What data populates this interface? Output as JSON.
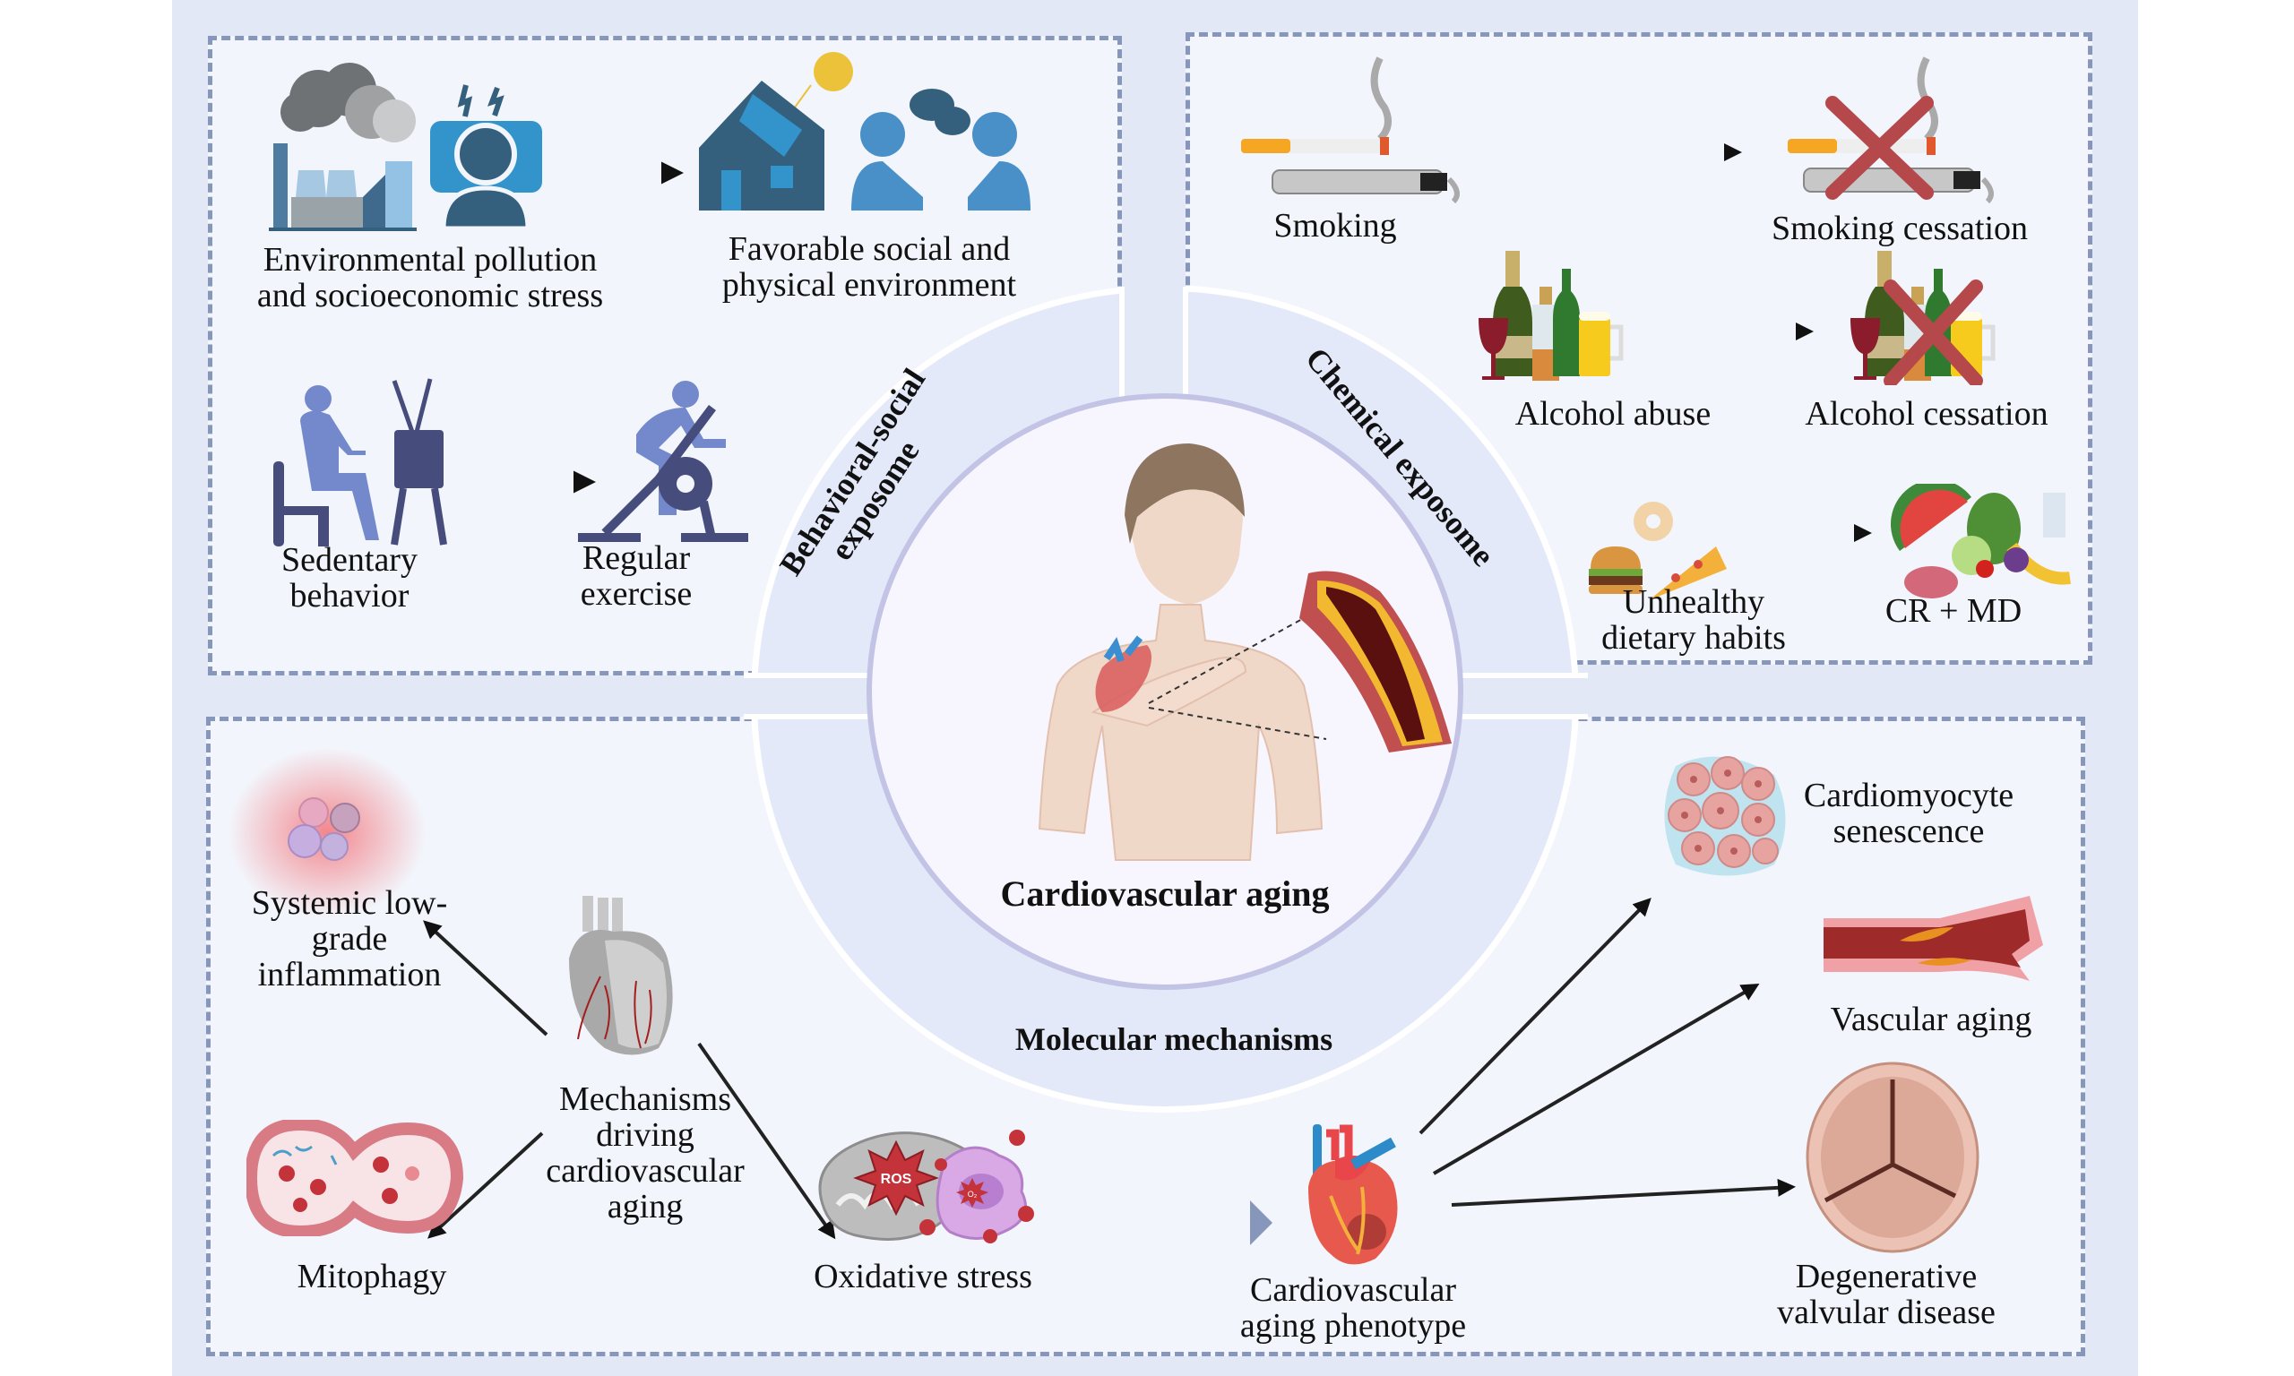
{
  "diagram": {
    "center": {
      "title": "Cardiovascular aging",
      "ring_labels": {
        "top_left": "Behavioral-social exposome",
        "top_left_line1": "Behavioral-social",
        "top_left_line2": "exposome",
        "top_right": "Chemical exposome",
        "bottom": "Molecular mechanisms"
      }
    },
    "behavioral_social": {
      "items": [
        {
          "from": "Environmental pollution and socioeconomic stress",
          "from_lines": [
            "Environmental pollution",
            "and socioeconomic stress"
          ],
          "to": "Favorable social and physical environment",
          "to_lines": [
            "Favorable social and",
            "physical environment"
          ]
        },
        {
          "from": "Sedentary behavior",
          "from_lines": [
            "Sedentary",
            "behavior"
          ],
          "to": "Regular exercise",
          "to_lines": [
            "Regular",
            "exercise"
          ]
        }
      ]
    },
    "chemical": {
      "items": [
        {
          "from": "Smoking",
          "to": "Smoking cessation"
        },
        {
          "from": "Alcohol abuse",
          "to": "Alcohol cessation"
        },
        {
          "from": "Unhealthy dietary habits",
          "from_lines": [
            "Unhealthy",
            "dietary habits"
          ],
          "to": "CR + MD"
        }
      ]
    },
    "molecular": {
      "hub": "Mechanisms driving cardiovascular aging",
      "hub_lines": [
        "Mechanisms",
        "driving",
        "cardiovascular",
        "aging"
      ],
      "mechanisms": [
        {
          "label": "Systemic low-grade inflammation",
          "lines": [
            "Systemic low-",
            "grade",
            "inflammation"
          ]
        },
        {
          "label": "Mitophagy"
        },
        {
          "label": "Oxidative stress",
          "badges": {
            "ros": "ROS",
            "superoxide": "O₂"
          }
        }
      ],
      "phenotype": "Cardiovascular aging phenotype",
      "phenotype_lines": [
        "Cardiovascular",
        "aging phenotype"
      ],
      "outcomes": [
        {
          "label": "Cardiomyocyte senescence",
          "lines": [
            "Cardiomyocyte",
            "senescence"
          ]
        },
        {
          "label": "Vascular aging"
        },
        {
          "label": "Degenerative valvular disease",
          "lines": [
            "Degenerative",
            "valvular disease"
          ]
        }
      ]
    },
    "colors": {
      "outer_bg": "#e2e8f5",
      "box_bg": "#f2f5fb",
      "dash": "#8796bb",
      "ring": "#e3e9f8",
      "inner_circle": "#f7f5fd",
      "inner_border": "#c3c3e6",
      "cross_red": "#b5484b",
      "slate": "#35607d",
      "bright_blue": "#3394cc",
      "indigo_light": "#7389cb",
      "indigo_dark": "#464d7c"
    }
  }
}
